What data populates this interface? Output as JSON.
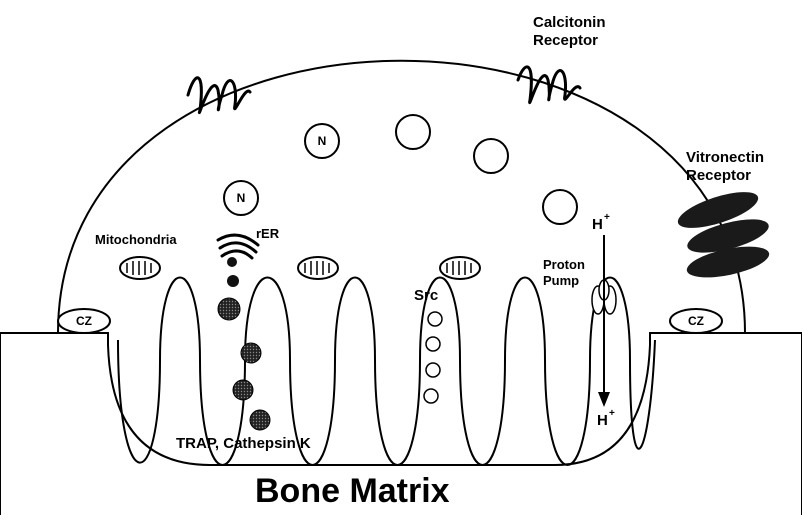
{
  "labels": {
    "calcitonin_receptor": [
      "Calcitonin",
      "Receptor"
    ],
    "vitronectin_receptor": [
      "Vitronectin",
      "Receptor"
    ],
    "mitochondria": "Mitochondria",
    "rer": "rER",
    "src": "Src",
    "proton_pump": [
      "Proton",
      "Pump"
    ],
    "h_plus_top": "H",
    "h_plus_bottom": "H",
    "superscript": "+",
    "trap_cathepsin": "TRAP, Cathepsin K",
    "bone_matrix": "Bone Matrix",
    "nucleus": "N",
    "clear_zone": "CZ"
  },
  "colors": {
    "line": "#000000",
    "background": "#ffffff",
    "vesicle_fill": "#555555",
    "receptor_fill": "#1a1a1a"
  }
}
